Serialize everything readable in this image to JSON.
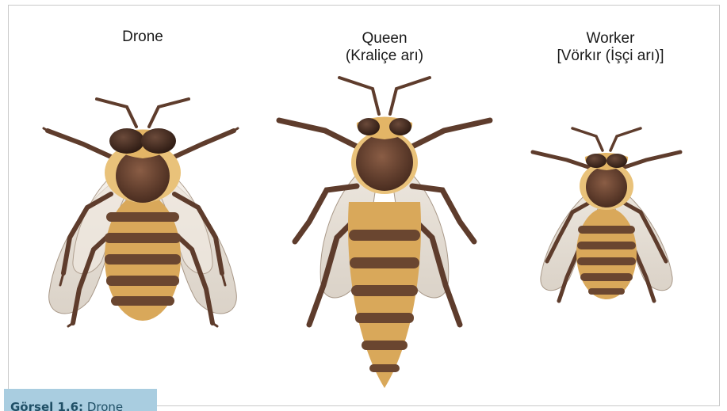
{
  "bees": {
    "drone": {
      "title": "Drone"
    },
    "queen": {
      "title": "Queen",
      "subtitle": "(Kraliçe arı)"
    },
    "worker": {
      "title": "Worker",
      "subtitle": "[Vörkır (İşçi arı)]"
    }
  },
  "caption": {
    "number": "Görsel 1.6:",
    "text": "Drone"
  },
  "colors": {
    "caption_bg": "#a9cde0",
    "caption_text": "#1f4f66",
    "bee_dark": "#5a3a2a",
    "bee_gold": "#d9a85a",
    "bee_light": "#f1d79a",
    "wing": "#d8cfc2"
  }
}
